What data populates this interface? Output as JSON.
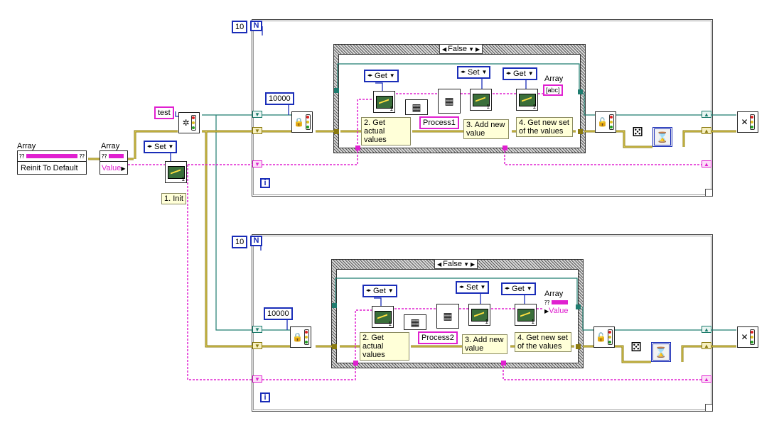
{
  "labels": {
    "array_control": "Array",
    "array_property_node": "Array",
    "array_indicator_1": "Array",
    "array_indicator_2": "Array"
  },
  "controls": {
    "reinit_to_default": "Reinit To Default",
    "value_property": "Value",
    "set_init": "Set",
    "test_constant": "test",
    "init_comment": "1. Init"
  },
  "loop1": {
    "count": "10",
    "count_terminal": "N",
    "iteration_terminal": "i",
    "case_selector": "False",
    "timeout": "10000",
    "get1": "Get",
    "set": "Set",
    "get2": "Get",
    "process_name": "Process1",
    "indicator_text": "abc",
    "comments": [
      "2. Get actual values",
      "3. Add new value",
      "4. Get new set of the values"
    ]
  },
  "loop2": {
    "count": "10",
    "count_terminal": "N",
    "iteration_terminal": "i",
    "case_selector": "False",
    "timeout": "10000",
    "get1": "Get",
    "set": "Set",
    "get2": "Get",
    "process_name": "Process2",
    "indicator_text": "Value",
    "comments": [
      "2. Get actual values",
      "3. Add new value",
      "4. Get new set of the values"
    ]
  },
  "colors": {
    "wire_teal": "#1f7c6f",
    "wire_olive": "#8a7a10",
    "wire_pink": "#e020d0",
    "wire_blue": "#1a2db8"
  }
}
